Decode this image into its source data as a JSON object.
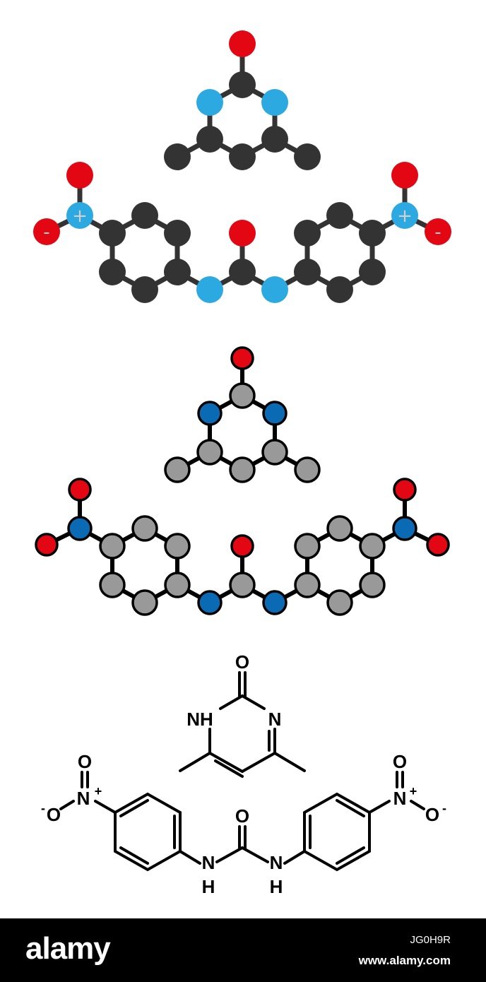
{
  "labels": {
    "o": "O",
    "n": "N",
    "nh": "NH",
    "h": "H",
    "plus": "+",
    "minus": "-"
  },
  "colors": {
    "carbon_dark": "#333333",
    "nitrogen_light": "#2da9e1",
    "oxygen": "#e30613",
    "carbon_grey": "#999999",
    "nitrogen_dark": "#0a6ab4",
    "oxygen_ball": "#e30613"
  },
  "banner": {
    "brand": "alamy",
    "image_id": "JG0H9R",
    "site": "www.alamy.com"
  }
}
